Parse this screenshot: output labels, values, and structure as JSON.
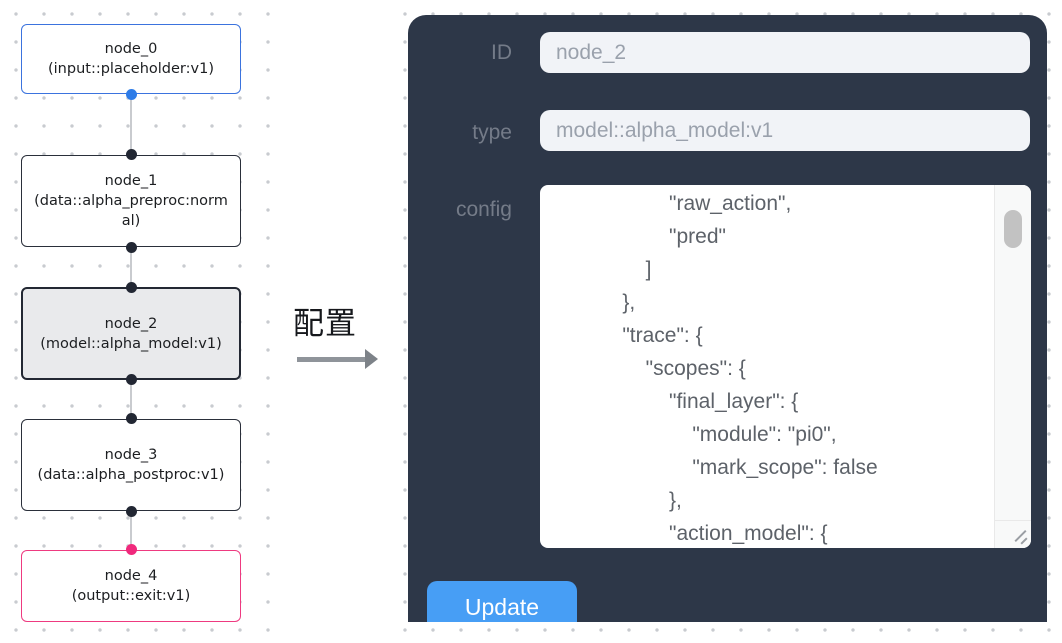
{
  "canvas": {
    "nodes": [
      {
        "id": "node_0",
        "type": "(input::placeholder:v1)",
        "role": "input"
      },
      {
        "id": "node_1",
        "type": "(data::alpha_preproc:normal)",
        "role": "default"
      },
      {
        "id": "node_2",
        "type": "(model::alpha_model:v1)",
        "role": "selected"
      },
      {
        "id": "node_3",
        "type": "(data::alpha_postproc:v1)",
        "role": "default"
      },
      {
        "id": "node_4",
        "type": "(output::exit:v1)",
        "role": "output"
      }
    ]
  },
  "transition": {
    "label": "配置"
  },
  "panel": {
    "id_field": {
      "label": "ID",
      "value": "node_2"
    },
    "type_field": {
      "label": "type",
      "value": "model::alpha_model:v1"
    },
    "config_field": {
      "label": "config",
      "value": "            \"raw_action\",\n            \"pred\"\n        ]\n    },\n    \"trace\": {\n        \"scopes\": {\n            \"final_layer\": {\n                \"module\": \"pi0\",\n                \"mark_scope\": false\n            },\n            \"action_model\": {"
    },
    "update_button": "Update"
  },
  "colors": {
    "panel_bg": "#2d3748",
    "accent_input": "#3b73de",
    "accent_output": "#ee3a80",
    "selected_bg": "#e9eaec",
    "button_bg": "#479ef5",
    "code_text": "#5d6269",
    "field_text": "#9aa1ac",
    "label_text": "#747b88"
  }
}
